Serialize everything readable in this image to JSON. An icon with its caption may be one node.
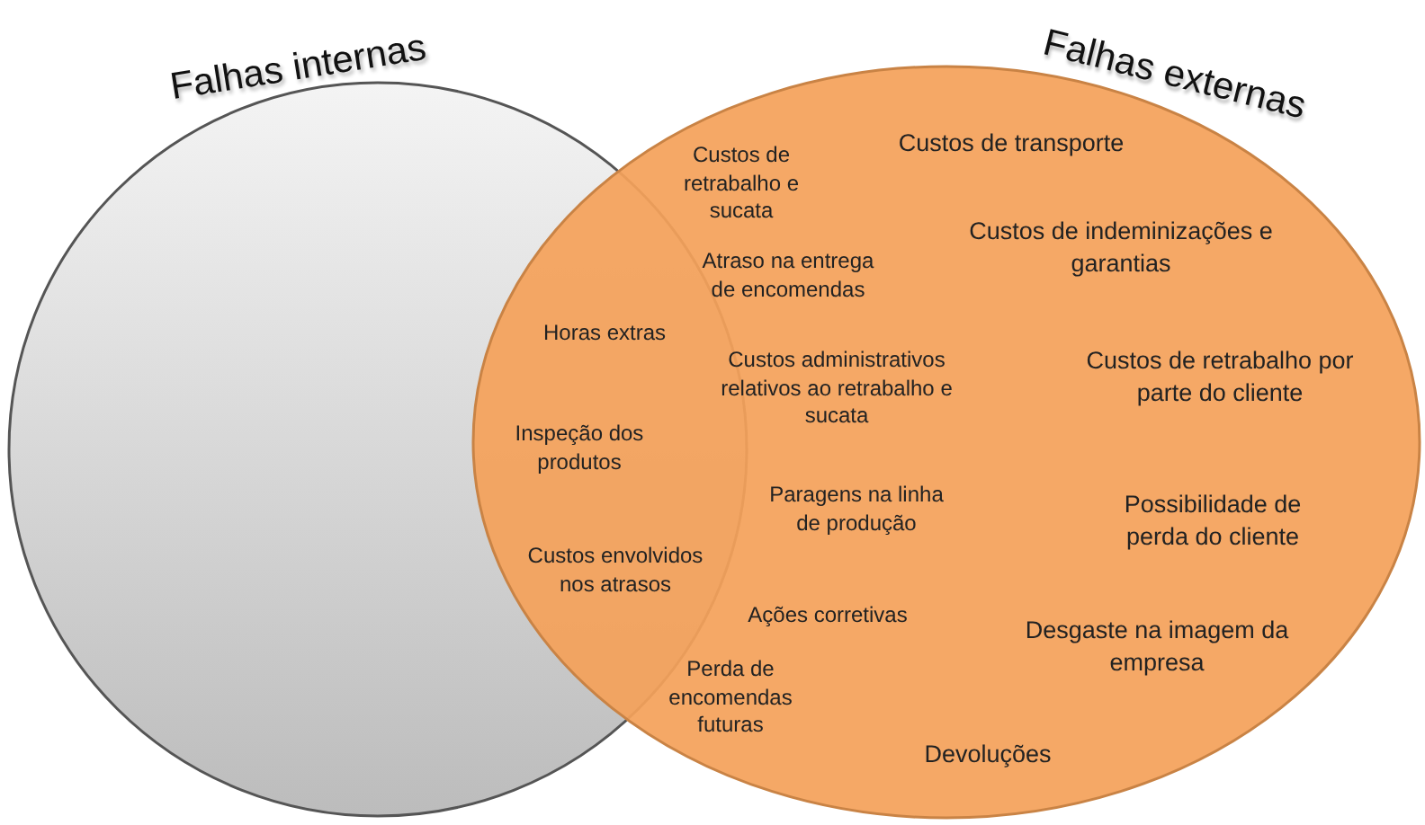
{
  "diagram": {
    "nodes": [
      {
        "text": [
          "Falhas internas"
        ]
      },
      {
        "text": [
          "Falhas externas"
        ]
      }
    ],
    "edges": [],
    "labels": [
      "Custos de retrabalho e sucata",
      "Custos de transporte",
      "Custos de indeminizações e garantias",
      "Atraso na entrega de encomendas",
      "Horas extras",
      "Custos administrativos relativos ao retrabalho e sucata",
      "Custos de retrabalho por parte do cliente",
      "Inspeção dos produtos",
      "Paragens na linha de produção",
      "Possibilidade de perda do cliente",
      "Custos envolvidos nos atrasos",
      "Ações corretivas",
      "Desgaste na imagem da empresa",
      "Perda de encomendas futuras",
      "Devoluções"
    ]
  }
}
